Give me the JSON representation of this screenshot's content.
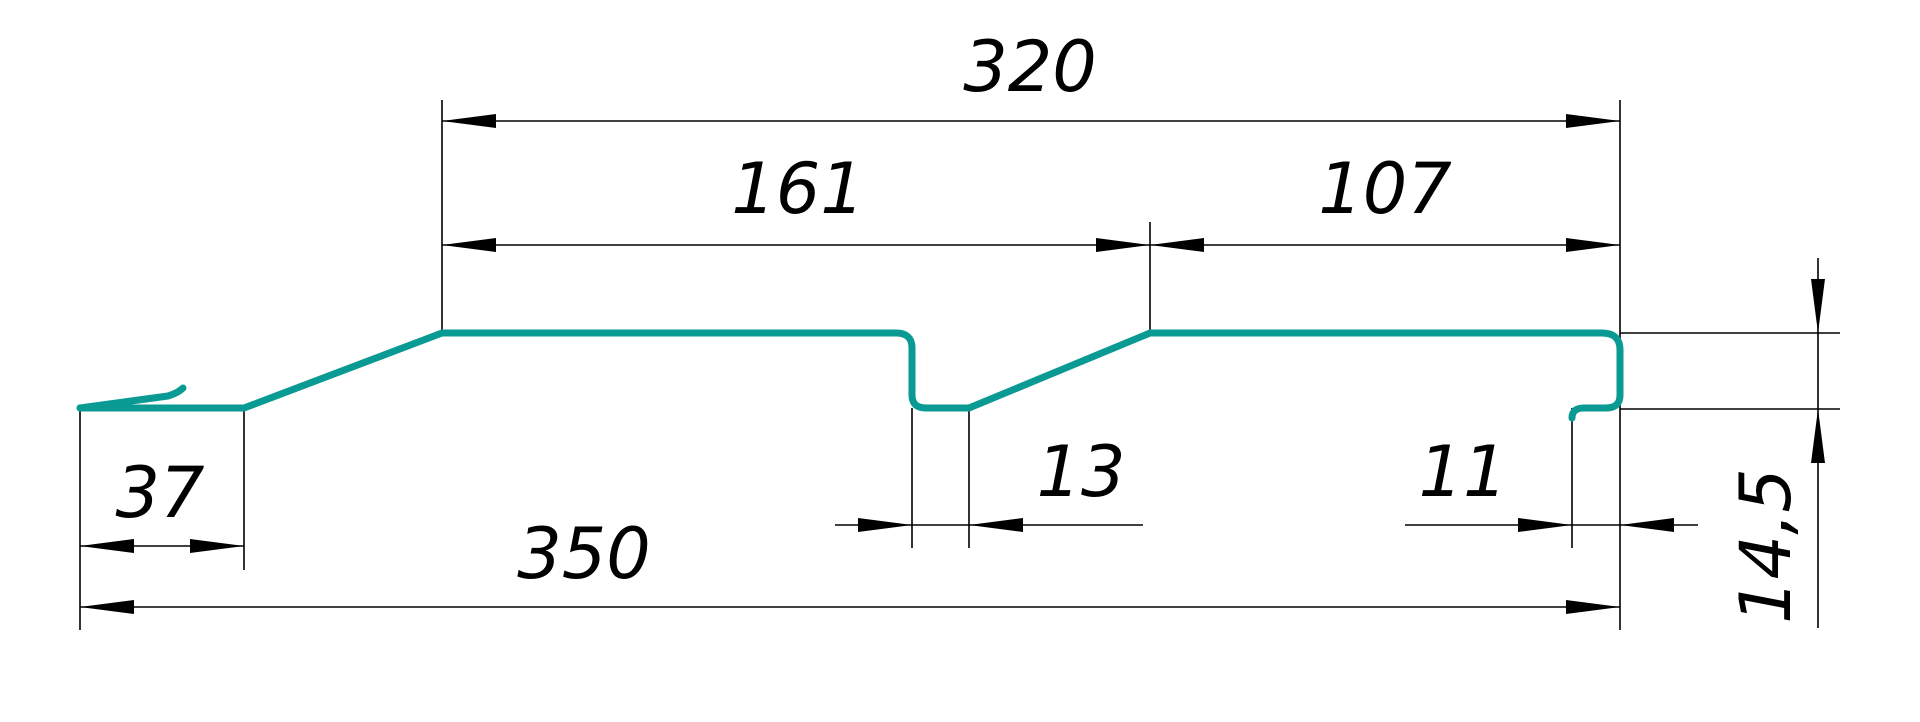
{
  "drawing": {
    "profile_color": "#0a9a94",
    "line_color": "#000000",
    "dimensions": {
      "overall_width": "350",
      "cover_width": "320",
      "upper_left_span": "161",
      "upper_right_span": "107",
      "left_lip": "37",
      "groove_width": "13",
      "hook_width": "11",
      "profile_height": "14,5"
    }
  }
}
